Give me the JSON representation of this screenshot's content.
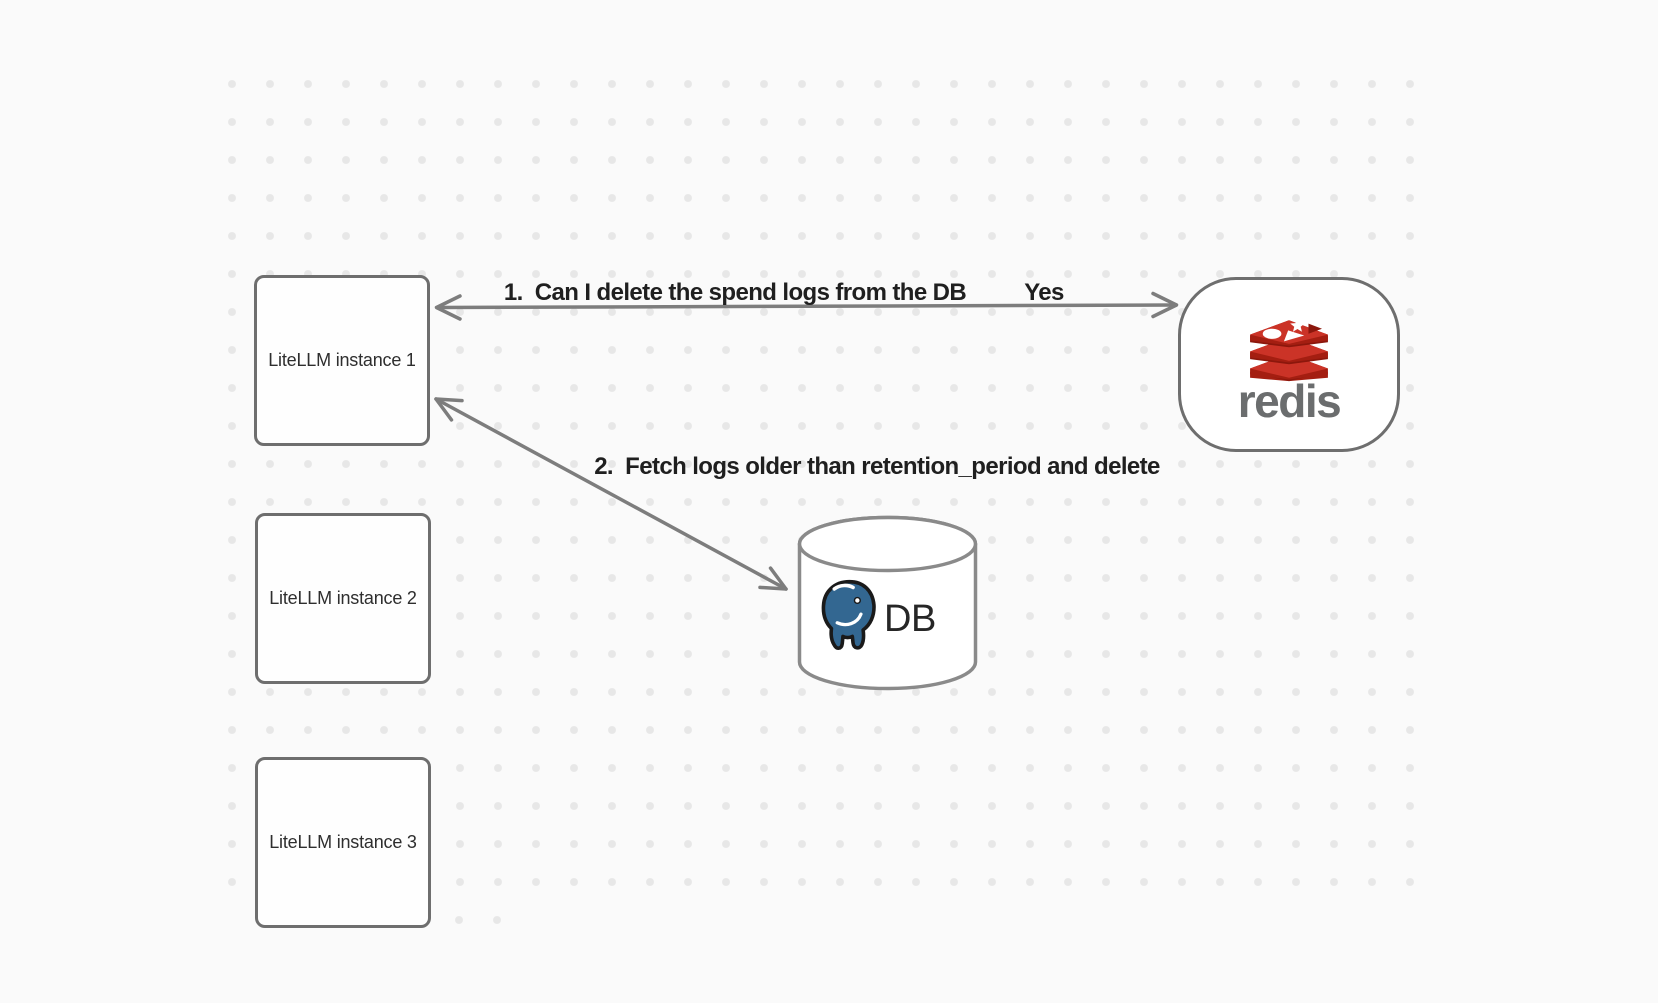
{
  "nodes": {
    "instances": [
      {
        "label": "LiteLLM instance 1"
      },
      {
        "label": "LiteLLM instance 2"
      },
      {
        "label": "LiteLLM instance 3"
      }
    ],
    "redis": {
      "label": "redis"
    },
    "db": {
      "label": "DB"
    }
  },
  "edges": {
    "redis_query": {
      "label": "1.  Can I delete the spend logs from the DB",
      "answer": "Yes"
    },
    "db_fetch": {
      "label": "2.  Fetch logs older than retention_period and delete"
    }
  },
  "colors": {
    "background": "#fafafa",
    "dot_grid": "#e7e7e7",
    "shape_stroke": "#6e6e6e",
    "cylinder_stroke": "#8a8a8a",
    "arrow_gray": "#7d7d7d",
    "label_text": "#1f1f1f",
    "node_text": "#2e2e2e",
    "redis_red": "#c6302b",
    "redis_dark_red": "#a41e11",
    "redis_wordmark_gray": "#6b6d6e",
    "postgres_blue": "#336791"
  }
}
